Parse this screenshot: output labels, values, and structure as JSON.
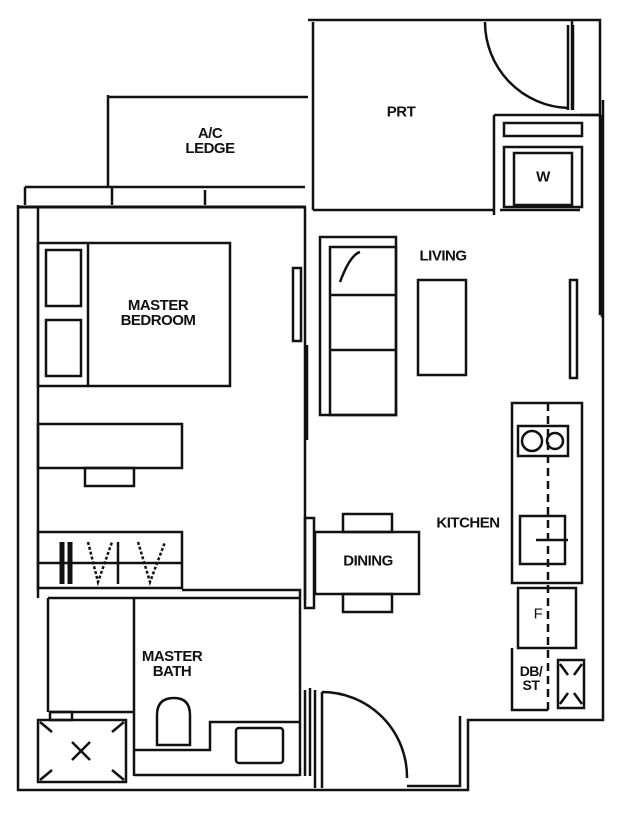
{
  "floor_plan": {
    "colors": {
      "line": "#111111",
      "background": "#ffffff"
    },
    "rooms": {
      "ac_ledge": {
        "label": "A/C\nLEDGE"
      },
      "prt": {
        "label": "PRT"
      },
      "living": {
        "label": "LIVING"
      },
      "master_bedroom": {
        "label": "MASTER\nBEDROOM"
      },
      "kitchen": {
        "label": "KITCHEN"
      },
      "dining": {
        "label": "DINING"
      },
      "master_bath": {
        "label": "MASTER\nBATH"
      },
      "db_st": {
        "label": "DB/\nST"
      }
    },
    "fixtures": {
      "washer": {
        "label": "W"
      },
      "fridge": {
        "label": "F"
      }
    }
  }
}
